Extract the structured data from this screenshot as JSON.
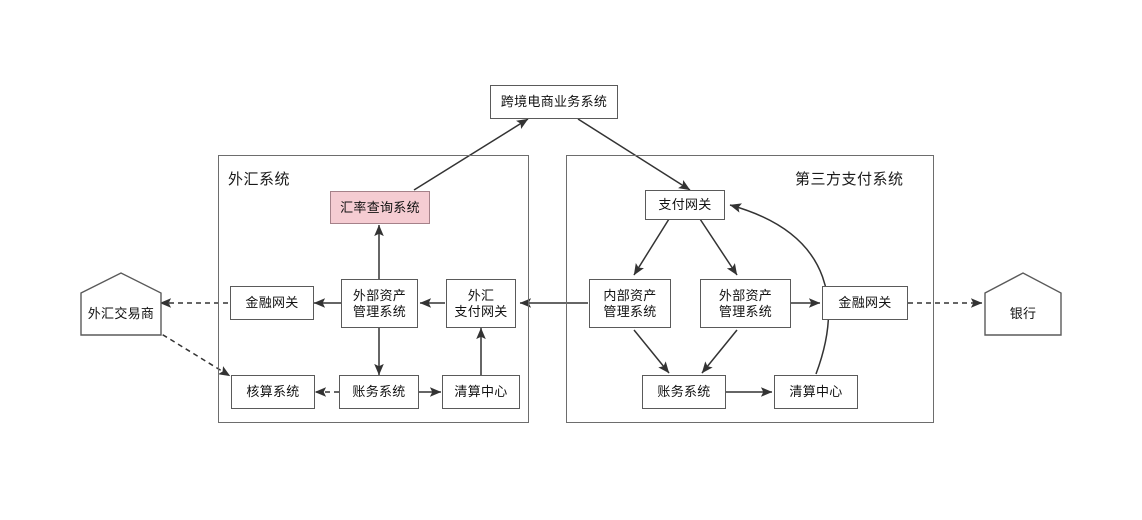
{
  "diagram": {
    "title_node": {
      "label": "跨境电商业务系统"
    },
    "groups": [
      {
        "id": "fx",
        "title": "外汇系统"
      },
      {
        "id": "tpp",
        "title": "第三方支付系统"
      }
    ],
    "actors": [
      {
        "id": "fx-trader",
        "label": "外汇交易商"
      },
      {
        "id": "bank",
        "label": "银行"
      }
    ],
    "fx_nodes": [
      {
        "id": "fx-rate-query",
        "label": "汇率查询系统",
        "highlight": true
      },
      {
        "id": "fx-fin-gateway",
        "label": "金融网关",
        "highlight": false
      },
      {
        "id": "fx-ext-asset",
        "label": "外部资产\n管理系统",
        "highlight": false
      },
      {
        "id": "fx-pay-gateway",
        "label": "外汇\n支付网关",
        "highlight": false
      },
      {
        "id": "fx-accounting",
        "label": "核算系统",
        "highlight": false
      },
      {
        "id": "fx-ledger",
        "label": "账务系统",
        "highlight": false
      },
      {
        "id": "fx-clearing",
        "label": "清算中心",
        "highlight": false
      }
    ],
    "tpp_nodes": [
      {
        "id": "tpp-pay-gateway",
        "label": "支付网关",
        "highlight": false
      },
      {
        "id": "tpp-int-asset",
        "label": "内部资产\n管理系统",
        "highlight": false
      },
      {
        "id": "tpp-ext-asset",
        "label": "外部资产\n管理系统",
        "highlight": false
      },
      {
        "id": "tpp-fin-gateway",
        "label": "金融网关",
        "highlight": false
      },
      {
        "id": "tpp-ledger",
        "label": "账务系统",
        "highlight": false
      },
      {
        "id": "tpp-clearing",
        "label": "清算中心",
        "highlight": false
      }
    ],
    "colors": {
      "highlight_fill": "#f5ccd2",
      "highlight_border": "#a58189",
      "node_border": "#5a5a5a",
      "group_border": "#6d6d6d",
      "line": "#333333",
      "text": "#111111",
      "background": "#ffffff"
    },
    "edges": [
      {
        "from": "fx-rate-query",
        "to": "title_node",
        "style": "solid"
      },
      {
        "from": "title_node",
        "to": "tpp-pay-gateway",
        "style": "solid"
      },
      {
        "from": "fx-ext-asset",
        "to": "fx-rate-query",
        "style": "solid"
      },
      {
        "from": "fx-ext-asset",
        "to": "fx-fin-gateway",
        "style": "solid"
      },
      {
        "from": "fx-pay-gateway",
        "to": "fx-ext-asset",
        "style": "solid"
      },
      {
        "from": "fx-ext-asset",
        "to": "fx-ledger",
        "style": "solid"
      },
      {
        "from": "fx-clearing",
        "to": "fx-pay-gateway",
        "style": "solid"
      },
      {
        "from": "fx-ledger",
        "to": "fx-accounting",
        "style": "dashed"
      },
      {
        "from": "fx-ledger",
        "to": "fx-clearing",
        "style": "solid"
      },
      {
        "from": "fx-fin-gateway",
        "to": "fx-trader",
        "style": "dashed"
      },
      {
        "from": "fx-trader",
        "to": "fx-accounting",
        "style": "dashed"
      },
      {
        "from": "tpp-int-asset",
        "to": "fx-pay-gateway",
        "style": "solid"
      },
      {
        "from": "tpp-pay-gateway",
        "to": "tpp-int-asset",
        "style": "solid"
      },
      {
        "from": "tpp-pay-gateway",
        "to": "tpp-ext-asset",
        "style": "solid"
      },
      {
        "from": "tpp-int-asset",
        "to": "tpp-ledger",
        "style": "solid"
      },
      {
        "from": "tpp-ext-asset",
        "to": "tpp-ledger",
        "style": "solid"
      },
      {
        "from": "tpp-ext-asset",
        "to": "tpp-fin-gateway",
        "style": "solid"
      },
      {
        "from": "tpp-ledger",
        "to": "tpp-clearing",
        "style": "solid"
      },
      {
        "from": "tpp-clearing",
        "to": "tpp-pay-gateway",
        "style": "curved"
      },
      {
        "from": "tpp-fin-gateway",
        "to": "bank",
        "style": "dashed"
      }
    ]
  }
}
